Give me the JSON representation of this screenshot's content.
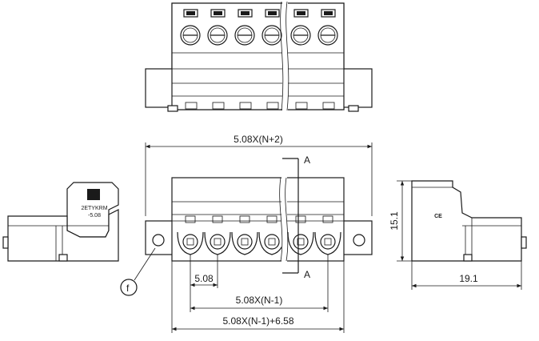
{
  "dimensions": {
    "overall_width": "5.08X(N+2)",
    "pitch": "5.08",
    "span": "5.08X(N-1)",
    "body_width": "5.08X(N-1)+6.58",
    "height": "15.1",
    "depth": "19.1"
  },
  "section_marker_top": "A",
  "section_marker_bottom": "A",
  "flange_marker": "f",
  "side_label": {
    "line1": "2ETYKRM",
    "line2": "-5.08"
  },
  "ce_mark": "CE"
}
